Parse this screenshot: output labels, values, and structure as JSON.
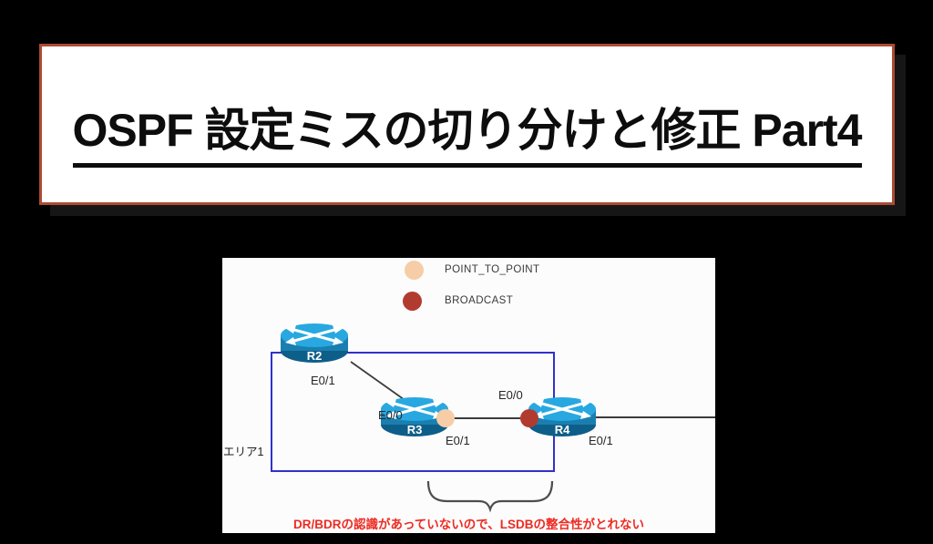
{
  "title": {
    "text": "OSPF 設定ミスの切り分けと修正 Part4"
  },
  "legend": {
    "items": [
      {
        "label": "POINT_TO_POINT",
        "color": "#f6cda6"
      },
      {
        "label": "BROADCAST",
        "color": "#b23b30"
      }
    ]
  },
  "diagram": {
    "area_label": "エリア1",
    "routers": [
      {
        "label": "R2"
      },
      {
        "label": "R3"
      },
      {
        "label": "R4"
      }
    ],
    "interfaces": {
      "r2_e01": "E0/1",
      "r3_e00": "E0/0",
      "r3_e01": "E0/1",
      "r4_e00": "E0/0",
      "r4_e01": "E0/1"
    },
    "caption": "DR/BDRの認識があっていないので、LSDBの整合性がとれない"
  },
  "colors": {
    "background": "#000000",
    "title_border": "#ad4a33",
    "area_border": "#3231c9",
    "caption_red": "#ee2b22",
    "router_top": "#28a8e0",
    "router_body": "#1a7fb0",
    "point_to_point": "#f6cda6",
    "broadcast": "#b23b30"
  }
}
